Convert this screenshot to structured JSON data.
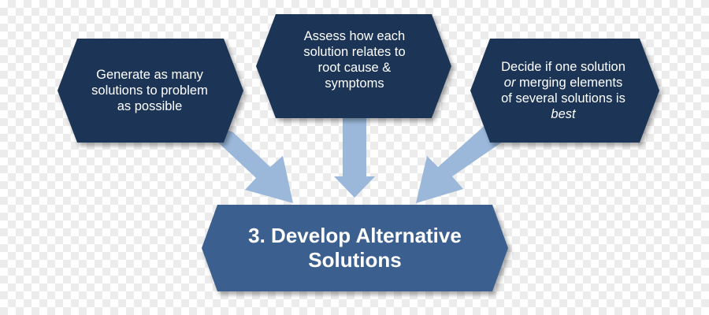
{
  "boxes": {
    "left": {
      "lines": [
        "Generate as many",
        "solutions to problem",
        "as possible"
      ]
    },
    "middle": {
      "lines": [
        "Assess how each",
        "solution relates to",
        "root cause &",
        "symptoms"
      ]
    },
    "right": {
      "lines": [
        "Decide if one solution",
        "merging elements",
        "of several solutions is",
        "best"
      ],
      "emphasis": [
        "or",
        "best"
      ]
    }
  },
  "main": {
    "lines": [
      "3. Develop Alternative",
      "Solutions"
    ]
  },
  "colors": {
    "top_box": "#1d3457",
    "main_box": "#3b5f8f",
    "arrow": "#9bb8db",
    "text": "#ffffff"
  }
}
